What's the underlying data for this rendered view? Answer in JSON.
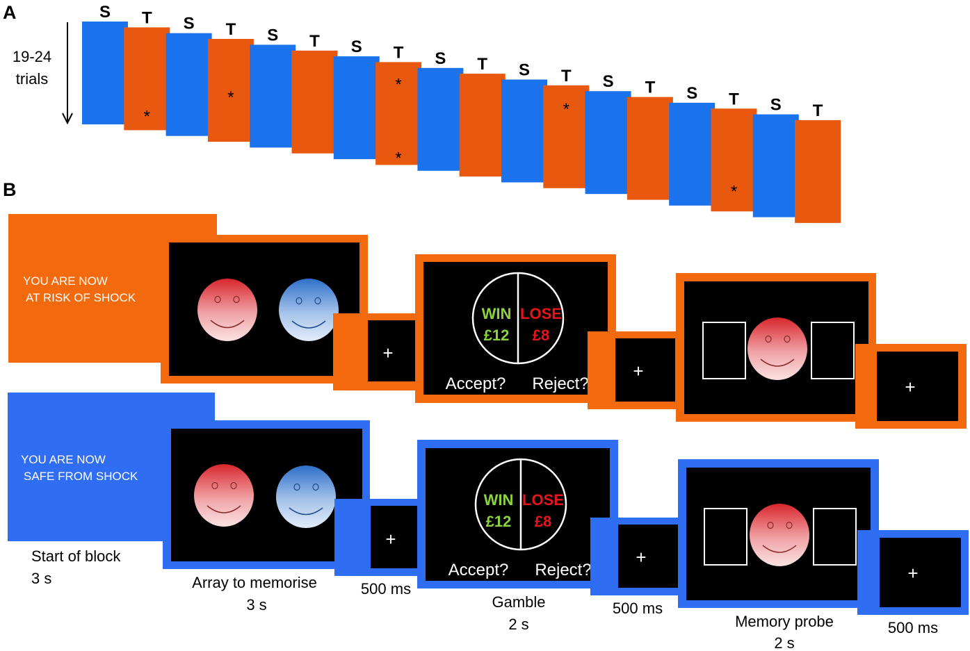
{
  "panel_labels": {
    "a": "A",
    "b": "B"
  },
  "panel_a": {
    "trials_label_line1": "19-24",
    "trials_label_line2": "trials",
    "blocks": [
      {
        "letter": "S",
        "color": "#1b72ed",
        "stars": 0
      },
      {
        "letter": "T",
        "color": "#e9580f",
        "stars": 1
      },
      {
        "letter": "S",
        "color": "#1b72ed",
        "stars": 0
      },
      {
        "letter": "T",
        "color": "#e9580f",
        "stars": 1
      },
      {
        "letter": "S",
        "color": "#1b72ed",
        "stars": 0
      },
      {
        "letter": "T",
        "color": "#e9580f",
        "stars": 0
      },
      {
        "letter": "S",
        "color": "#1b72ed",
        "stars": 0
      },
      {
        "letter": "T",
        "color": "#e9580f",
        "stars": 2
      },
      {
        "letter": "S",
        "color": "#1b72ed",
        "stars": 0
      },
      {
        "letter": "T",
        "color": "#e9580f",
        "stars": 0
      },
      {
        "letter": "S",
        "color": "#1b72ed",
        "stars": 0
      },
      {
        "letter": "T",
        "color": "#e9580f",
        "stars": 1
      },
      {
        "letter": "S",
        "color": "#1b72ed",
        "stars": 0
      },
      {
        "letter": "T",
        "color": "#e9580f",
        "stars": 0
      },
      {
        "letter": "S",
        "color": "#1b72ed",
        "stars": 0
      },
      {
        "letter": "T",
        "color": "#e9580f",
        "stars": 1
      },
      {
        "letter": "S",
        "color": "#1b72ed",
        "stars": 0
      },
      {
        "letter": "T",
        "color": "#e9580f",
        "stars": 0
      }
    ],
    "star_symbol": "*"
  },
  "panel_b": {
    "threat": {
      "color": "#f26a0d",
      "message_line1": "YOU ARE NOW",
      "message_line2": "AT RISK OF SHOCK"
    },
    "safe": {
      "color": "#2f6df2",
      "message_line1": "YOU ARE NOW",
      "message_line2": "SAFE FROM SHOCK"
    },
    "fixation": "+",
    "gamble": {
      "win_label": "WIN",
      "win_amount": "£12",
      "lose_label": "LOSE",
      "lose_amount": "£8",
      "accept": "Accept?",
      "reject": "Reject?",
      "win_color": "#8bd33c",
      "lose_color": "#e8141b"
    },
    "captions": {
      "start_title": "Start of block",
      "start_duration": "3 s",
      "array_title": "Array to memorise",
      "array_duration": "3 s",
      "fix1_duration": "500 ms",
      "gamble_title": "Gamble",
      "gamble_duration": "2 s",
      "fix2_duration": "500 ms",
      "probe_title": "Memory probe",
      "probe_duration": "2 s",
      "fix3_duration": "500 ms"
    }
  }
}
